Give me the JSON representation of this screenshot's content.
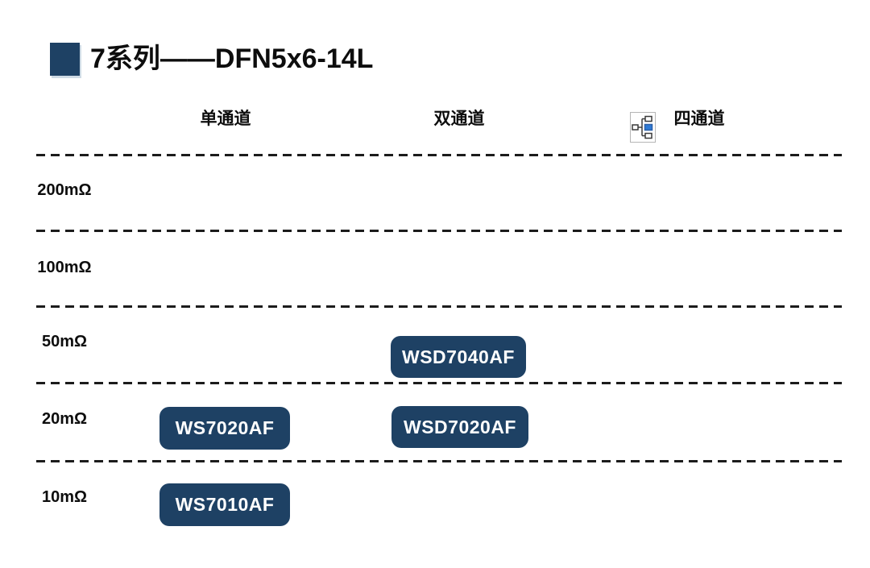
{
  "title": {
    "text": "7系列——DFN5x6-14L",
    "bullet_color": "#1e4164"
  },
  "columns": [
    {
      "id": "single",
      "label": "单通道"
    },
    {
      "id": "dual",
      "label": "双通道"
    },
    {
      "id": "quad",
      "label": "四通道",
      "icon": "org-chart-icon"
    }
  ],
  "rows": [
    {
      "label": "200mΩ"
    },
    {
      "label": "100mΩ"
    },
    {
      "label": "50mΩ"
    },
    {
      "label": "20mΩ"
    },
    {
      "label": "10mΩ"
    }
  ],
  "products": [
    {
      "name": "WSD7040AF",
      "row": "50mΩ",
      "column": "双通道"
    },
    {
      "name": "WS7020AF",
      "row": "20mΩ",
      "column": "单通道"
    },
    {
      "name": "WSD7020AF",
      "row": "20mΩ",
      "column": "双通道"
    },
    {
      "name": "WS7010AF",
      "row": "10mΩ",
      "column": "单通道"
    }
  ],
  "colors": {
    "navy": "#1e4164",
    "chip_text": "#ffffff",
    "dash": "#1c1c1c",
    "icon_node_blue": "#2f7bd6",
    "icon_border": "#b5b5b5"
  }
}
